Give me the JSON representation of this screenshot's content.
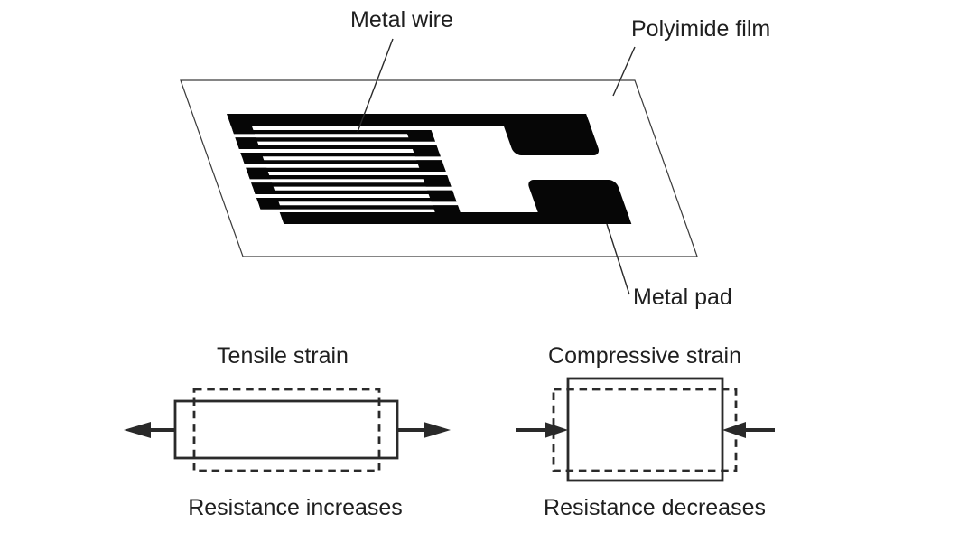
{
  "figure": {
    "gauge": {
      "labels": {
        "metal_wire": "Metal wire",
        "polyimide_film": "Polyimide film",
        "metal_pad": "Metal pad"
      }
    },
    "tensile": {
      "title": "Tensile strain",
      "caption": "Resistance increases"
    },
    "compressive": {
      "title": "Compressive strain",
      "caption": "Resistance decreases"
    }
  },
  "colors": {
    "background": "#ffffff",
    "ink": "#1f1f1f",
    "diagram_line": "#2a2a2a",
    "pattern_black": "#060606",
    "film_outline": "#3c3c3c"
  }
}
